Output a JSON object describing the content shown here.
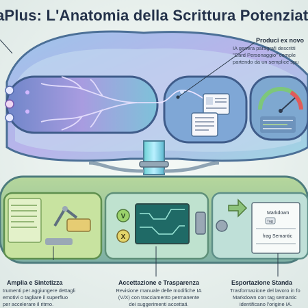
{
  "title": "aPlus: L'Anatomia della Scrittura Potenziata",
  "callouts": {
    "top_right": {
      "heading": "Produci ex novo",
      "desc_lines": [
        "IA genera paragrafi descritti",
        "\"Card Personaggio\" comple",
        "partendo da un semplice spu"
      ]
    }
  },
  "modules": [
    {
      "heading": "Amplia e Sintetizza",
      "desc_lines": [
        "trumenti per aggiungere dettagli",
        "emotivi o tagliare il superfluo",
        "per accelerare il ritmo."
      ]
    },
    {
      "heading": "Accettazione e Trasparenza",
      "desc_lines": [
        "Revisione manuale delle modifiche IA",
        "(V/X) con tracciamento permanente",
        "dei suggerimenti accettati."
      ]
    },
    {
      "heading": "Esportazione Standa",
      "desc_lines": [
        "Trasformazione del lavoro in fo",
        "Markdown con tag semantic",
        "identificano l'origine IA."
      ]
    }
  ],
  "doc_card": {
    "line1": "Markdown",
    "tag": "Tag",
    "line2": "frag Semantic"
  },
  "buttons": {
    "accept": "V",
    "reject": "X"
  },
  "colors": {
    "blue": "#3f6f9e",
    "green": "#7fae6a",
    "teal": "#4fb3b0",
    "purple": "#8d7fc8"
  }
}
